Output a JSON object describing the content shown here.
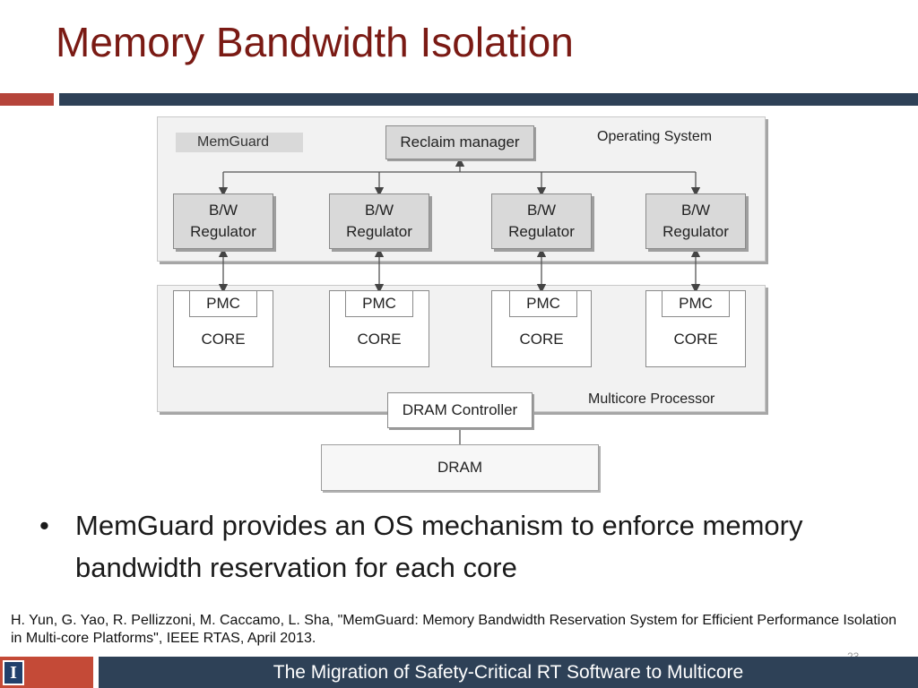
{
  "slide": {
    "title": "Memory Bandwidth Isolation",
    "page_number": "23",
    "footer": "The Migration of Safety-Critical RT Software to Multicore",
    "logo_letter": "I"
  },
  "diagram": {
    "memguard_label": "MemGuard",
    "os_label": "Operating System",
    "multicore_label": "Multicore Processor",
    "reclaim_label": "Reclaim manager",
    "regulators": [
      "B/W\nRegulator",
      "B/W\nRegulator",
      "B/W\nRegulator",
      "B/W\nRegulator"
    ],
    "pmcs": [
      "PMC",
      "PMC",
      "PMC",
      "PMC"
    ],
    "cores": [
      "CORE",
      "CORE",
      "CORE",
      "CORE"
    ],
    "dram_controller_label": "DRAM Controller",
    "dram_label": "DRAM"
  },
  "bullets": [
    "MemGuard provides an OS mechanism to enforce memory bandwidth reservation for each core"
  ],
  "citation": "H. Yun, G. Yao, R. Pellizzoni, M. Caccamo, L. Sha, \"MemGuard: Memory Bandwidth Reservation System for Efficient Performance Isolation in Multi-core Platforms\", IEEE RTAS, April 2013.",
  "colors": {
    "title": "#7a1a14",
    "accent_red": "#b5443a",
    "navy": "#2e4157",
    "box_gray": "#d9d9d9"
  }
}
